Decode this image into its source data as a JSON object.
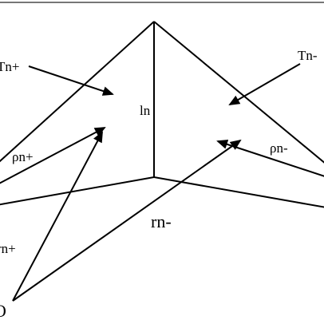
{
  "figure": {
    "labels": {
      "T_plus": "Tn+",
      "T_minus": "Tn-",
      "l_n": "ln",
      "rho_plus": "ρn+",
      "rho_minus": "ρn-",
      "r_plus": "rn+",
      "r_minus": "rn-",
      "origin": "O"
    }
  }
}
